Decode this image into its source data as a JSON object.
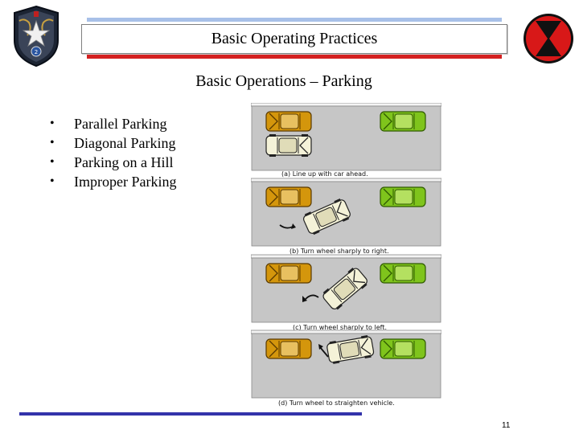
{
  "slide": {
    "title": "Basic Operating Practices",
    "subtitle": "Basic Operations – Parking",
    "bullets": [
      "Parallel Parking",
      "Diagonal Parking",
      "Parking on a Hill",
      "Improper Parking"
    ],
    "page_number": "11"
  },
  "diagram": {
    "captions": [
      "(a) Line up with car ahead.",
      "(b) Turn wheel sharply to right.",
      "(c) Turn wheel sharply to left.",
      "(d) Turn wheel to straighten vehicle."
    ]
  },
  "icons": {
    "left_logo": "unit-crest-icon",
    "right_logo": "hourglass-patch-icon"
  },
  "colors": {
    "title_top_line": "#a8c0e8",
    "title_bottom_line": "#d42020",
    "bottom_rule": "#3333aa",
    "road": "#c6c6c6",
    "car_orange": "#d4960c",
    "car_green": "#7fc41c",
    "car_white": "#f4f2d8"
  }
}
